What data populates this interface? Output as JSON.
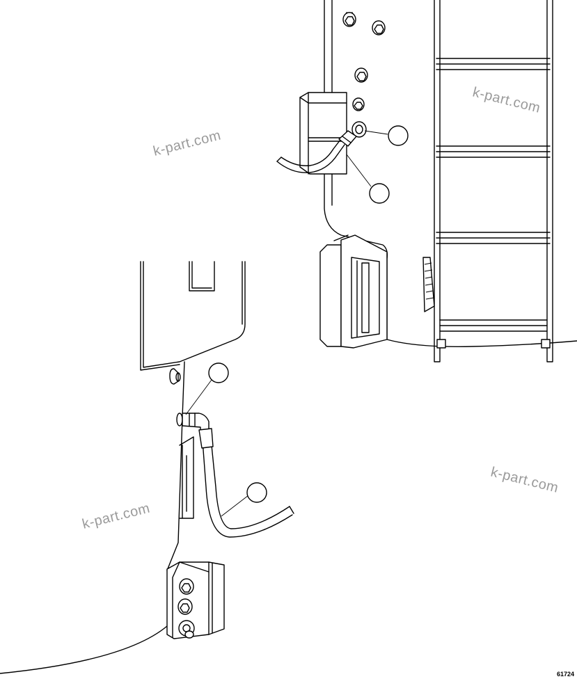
{
  "watermarks": [
    {
      "text": "k-part.com"
    },
    {
      "text": "k-part.com"
    },
    {
      "text": "k-part.com"
    },
    {
      "text": "k-part.com"
    }
  ],
  "figure_number": "61724",
  "callouts": [
    {
      "label": ""
    },
    {
      "label": ""
    },
    {
      "label": ""
    },
    {
      "label": ""
    }
  ]
}
